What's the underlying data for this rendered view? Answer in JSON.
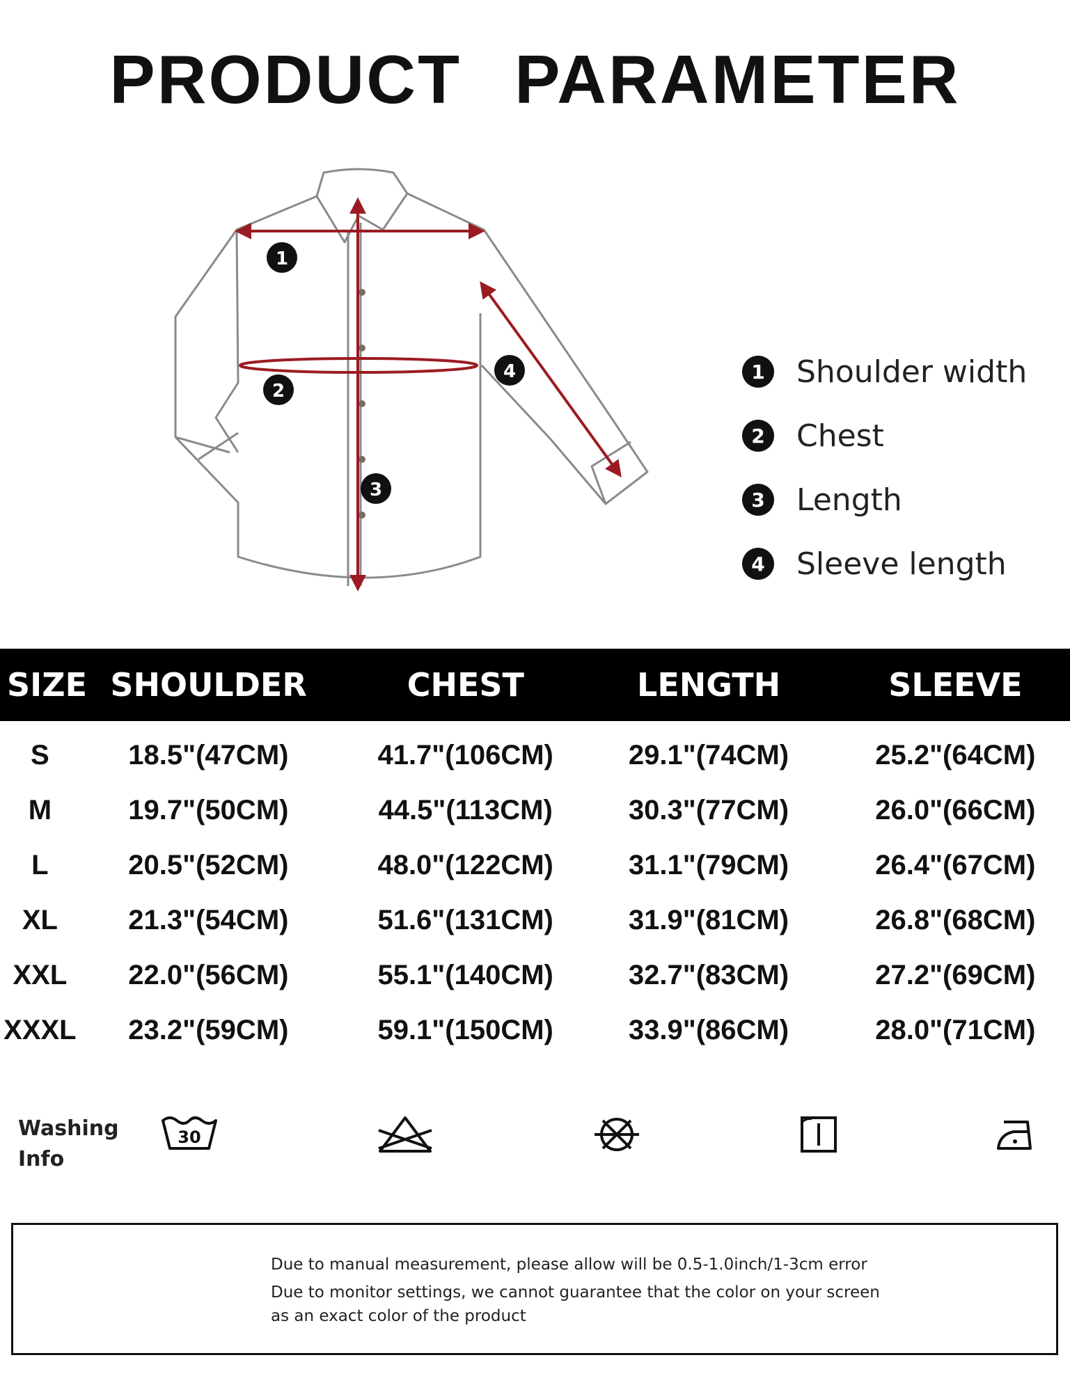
{
  "title_left": "PRODUCT",
  "title_right": "PARAMETER",
  "legend": [
    {
      "num": "1",
      "label": "Shoulder width"
    },
    {
      "num": "2",
      "label": "Chest"
    },
    {
      "num": "3",
      "label": "Length"
    },
    {
      "num": "4",
      "label": "Sleeve length"
    }
  ],
  "diagram_markers": [
    "1",
    "2",
    "3",
    "4"
  ],
  "table": {
    "headers": [
      "SIZE",
      "SHOULDER",
      "CHEST",
      "LENGTH",
      "SLEEVE"
    ],
    "rows": [
      [
        "S",
        "18.5\"(47CM)",
        "41.7\"(106CM)",
        "29.1\"(74CM)",
        "25.2\"(64CM)"
      ],
      [
        "M",
        "19.7\"(50CM)",
        "44.5\"(113CM)",
        "30.3\"(77CM)",
        "26.0\"(66CM)"
      ],
      [
        "L",
        "20.5\"(52CM)",
        "48.0\"(122CM)",
        "31.1\"(79CM)",
        "26.4\"(67CM)"
      ],
      [
        "XL",
        "21.3\"(54CM)",
        "51.6\"(131CM)",
        "31.9\"(81CM)",
        "26.8\"(68CM)"
      ],
      [
        "XXL",
        "22.0\"(56CM)",
        "55.1\"(140CM)",
        "32.7\"(83CM)",
        "27.2\"(69CM)"
      ],
      [
        "XXXL",
        "23.2\"(59CM)",
        "59.1\"(150CM)",
        "33.9\"(86CM)",
        "28.0\"(71CM)"
      ]
    ]
  },
  "washing": {
    "label_line1": "Washing",
    "label_line2": "Info",
    "temp": "30",
    "icons": [
      "wash-30-icon",
      "no-bleach-icon",
      "no-tumble-dry-icon",
      "drip-dry-icon",
      "iron-low-icon"
    ]
  },
  "notice": {
    "line1": "Due to manual measurement, please allow will be 0.5-1.0inch/1-3cm error",
    "line2": "Due to monitor settings, we cannot guarantee that the color on your screen",
    "line3": "as an exact color of the product"
  },
  "colors": {
    "measure_line": "#9b1b22",
    "outline": "#8a8a8a",
    "header_bg": "#000000"
  }
}
